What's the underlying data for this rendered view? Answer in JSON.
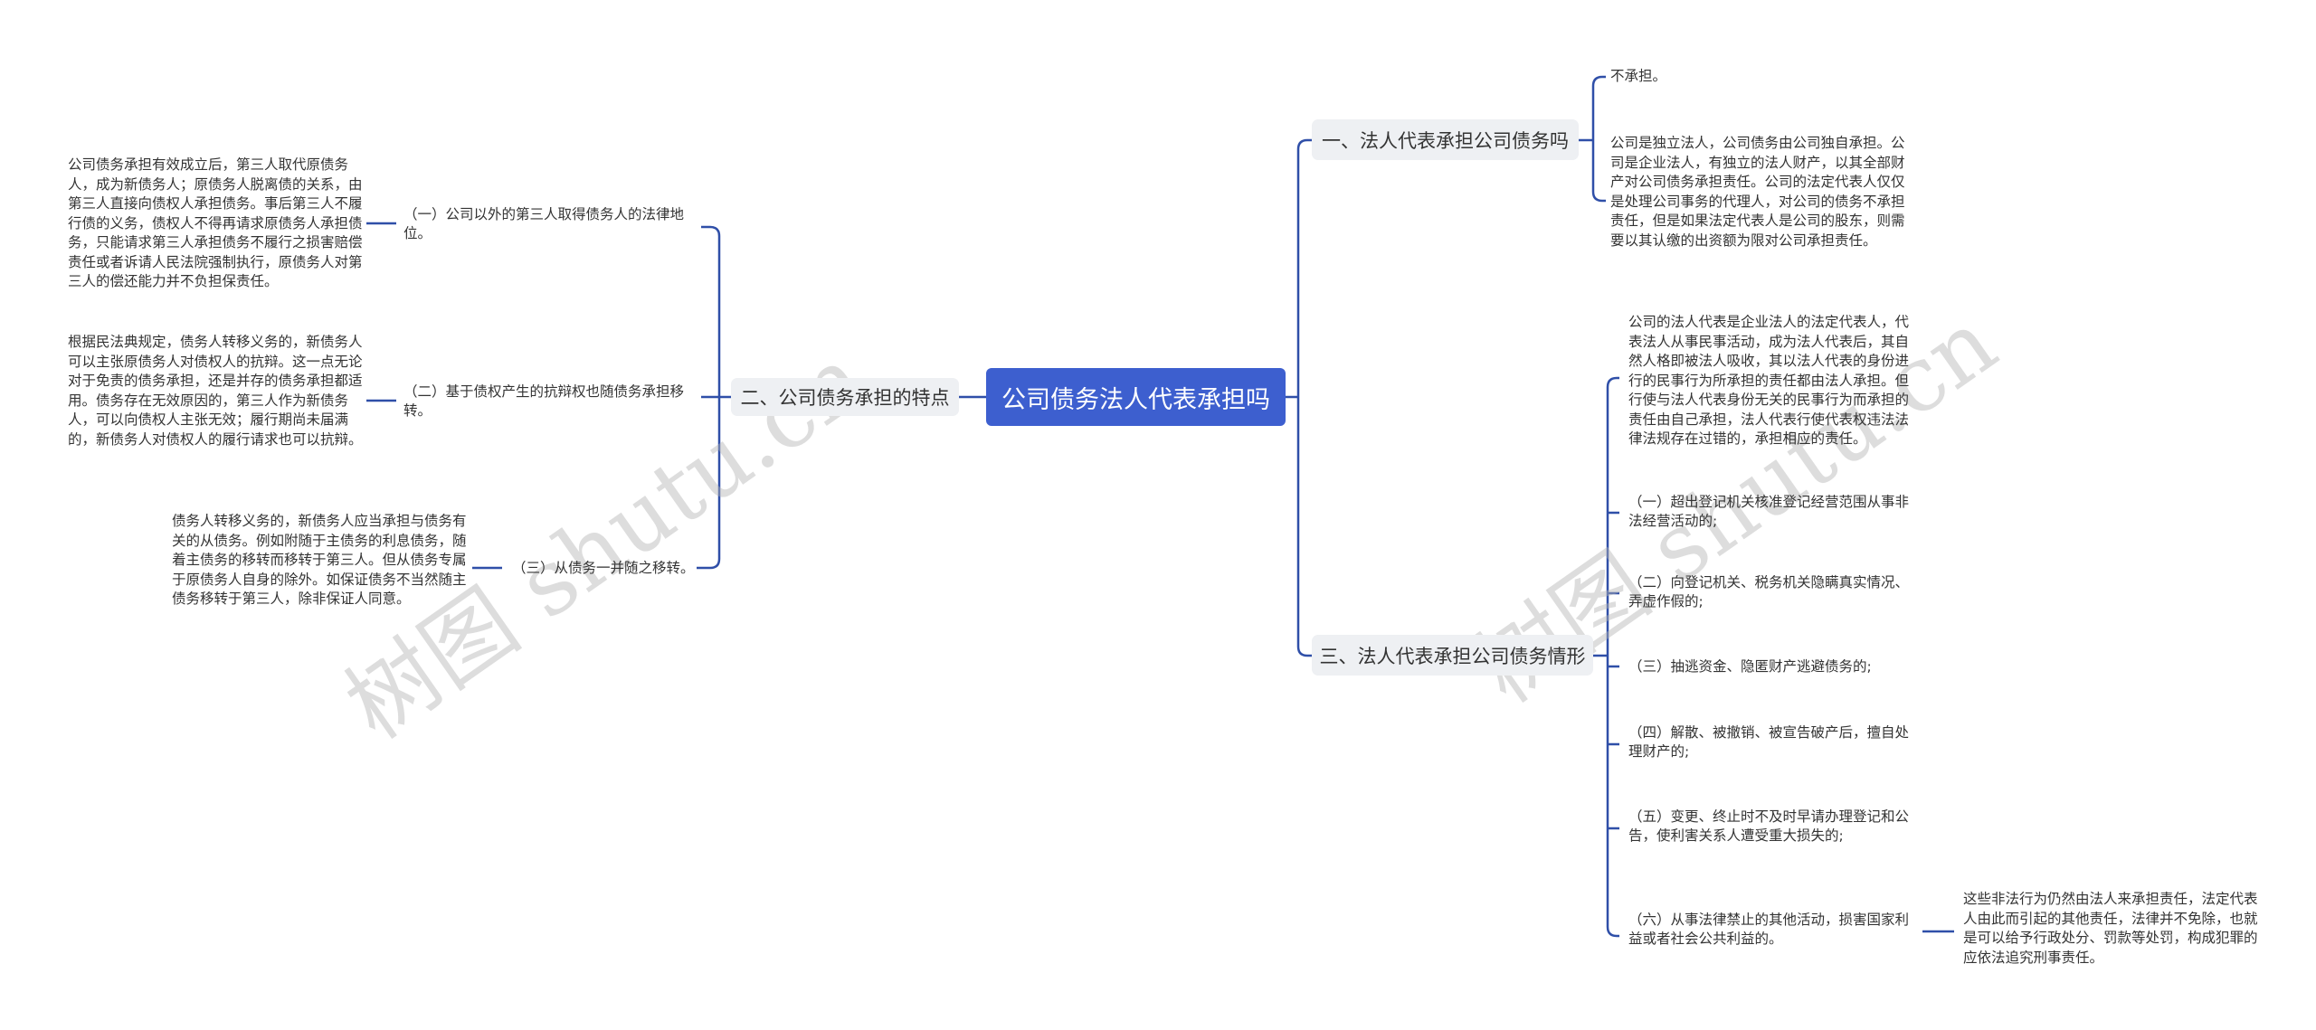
{
  "root": {
    "title": "公司债务法人代表承担吗"
  },
  "branches": [
    {
      "label": "一、法人代表承担公司债务吗",
      "leaves": [
        "不承担。",
        "公司是独立法人，公司债务由公司独自承担。公司是企业法人，有独立的法人财产，以其全部财产对公司债务承担责任。公司的法定代表人仅仅是处理公司事务的代理人，对公司的债务不承担责任，但是如果法定代表人是公司的股东，则需要以其认缴的出资额为限对公司承担责任。"
      ]
    },
    {
      "label": "二、公司债务承担的特点",
      "children": [
        {
          "label": "（一）公司以外的第三人取得债务人的法律地位。",
          "detail": "公司债务承担有效成立后，第三人取代原债务人，成为新债务人；原债务人脱离债的关系，由第三人直接向债权人承担债务。事后第三人不履行债的义务，债权人不得再请求原债务人承担债务，只能请求第三人承担债务不履行之损害赔偿责任或者诉请人民法院强制执行，原债务人对第三人的偿还能力并不负担保责任。"
        },
        {
          "label": "（二）基于债权产生的抗辩权也随债务承担移转。",
          "detail": "根据民法典规定，债务人转移义务的，新债务人可以主张原债务人对债权人的抗辩。这一点无论对于免责的债务承担，还是并存的债务承担都适用。债务存在无效原因的，第三人作为新债务人，可以向债权人主张无效；履行期尚未届满的，新债务人对债权人的履行请求也可以抗辩。"
        },
        {
          "label": "（三）从债务一并随之移转。",
          "detail": "债务人转移义务的，新债务人应当承担与债务有关的从债务。例如附随于主债务的利息债务，随着主债务的移转而移转于第三人。但从债务专属于原债务人自身的除外。如保证债务不当然随主债务移转于第三人，除非保证人同意。"
        }
      ]
    },
    {
      "label": "三、法人代表承担公司债务情形",
      "children": [
        {
          "label": "公司的法人代表是企业法人的法定代表人，代表法人从事民事活动，成为法人代表后，其自然人格即被法人吸收，其以法人代表的身份进行的民事行为所承担的责任都由法人承担。但行使与法人代表身份无关的民事行为而承担的责任由自己承担，法人代表行使代表权违法法律法规存在过错的，承担相应的责任。"
        },
        {
          "label": "（一）超出登记机关核准登记经营范围从事非法经营活动的;"
        },
        {
          "label": "（二）向登记机关、税务机关隐瞒真实情况、弄虚作假的;"
        },
        {
          "label": "（三）抽逃资金、隐匿财产逃避债务的;"
        },
        {
          "label": "（四）解散、被撤销、被宣告破产后，擅自处理财产的;"
        },
        {
          "label": "（五）变更、终止时不及时早请办理登记和公告，使利害关系人遭受重大损失的;"
        },
        {
          "label": "（六）从事法律禁止的其他活动，损害国家利益或者社会公共利益的。",
          "detail": "这些非法行为仍然由法人来承担责任，法定代表人由此而引起的其他责任，法律并不免除，也就是可以给予行政处分、罚款等处罚，构成犯罪的应依法追究刑事责任。"
        }
      ]
    }
  ],
  "watermark": "树图 shutu.cn",
  "colors": {
    "root_bg": "#3d5fcf",
    "branch_bg": "#eef0f3",
    "line": "#2f4fa8"
  }
}
